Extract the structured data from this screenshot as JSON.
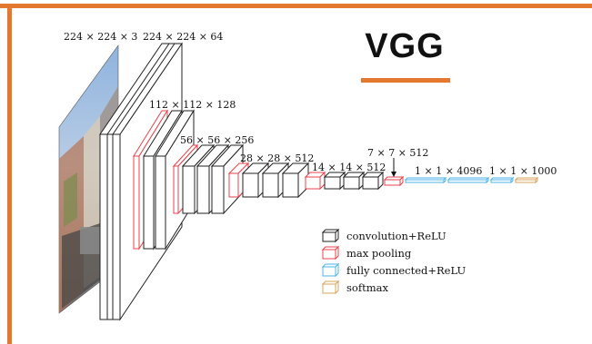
{
  "title": "VGG",
  "colors": {
    "frame": "#e4782f",
    "conv": "#222222",
    "pool": "#e8424a",
    "fc": "#4fb3e8",
    "softmax": "#d9a35e"
  },
  "stage_labels": {
    "input": "224 × 224 × 3",
    "conv1": "224 × 224 × 64",
    "conv2": "112 × 112 × 128",
    "conv3": "56 × 56 × 256",
    "conv4": "28 × 28 × 512",
    "conv5": "14 × 14 × 512",
    "pool5": "7 × 7 × 512",
    "fc": "1 × 1 × 4096",
    "out": "1 × 1 × 1000"
  },
  "legend": [
    {
      "label": "convolution+ReLU",
      "color": "#222222"
    },
    {
      "label": "max pooling",
      "color": "#e8424a"
    },
    {
      "label": "fully connected+ReLU",
      "color": "#4fb3e8"
    },
    {
      "label": "softmax",
      "color": "#d9a35e"
    }
  ],
  "input_image_icon": "street-photo-image"
}
